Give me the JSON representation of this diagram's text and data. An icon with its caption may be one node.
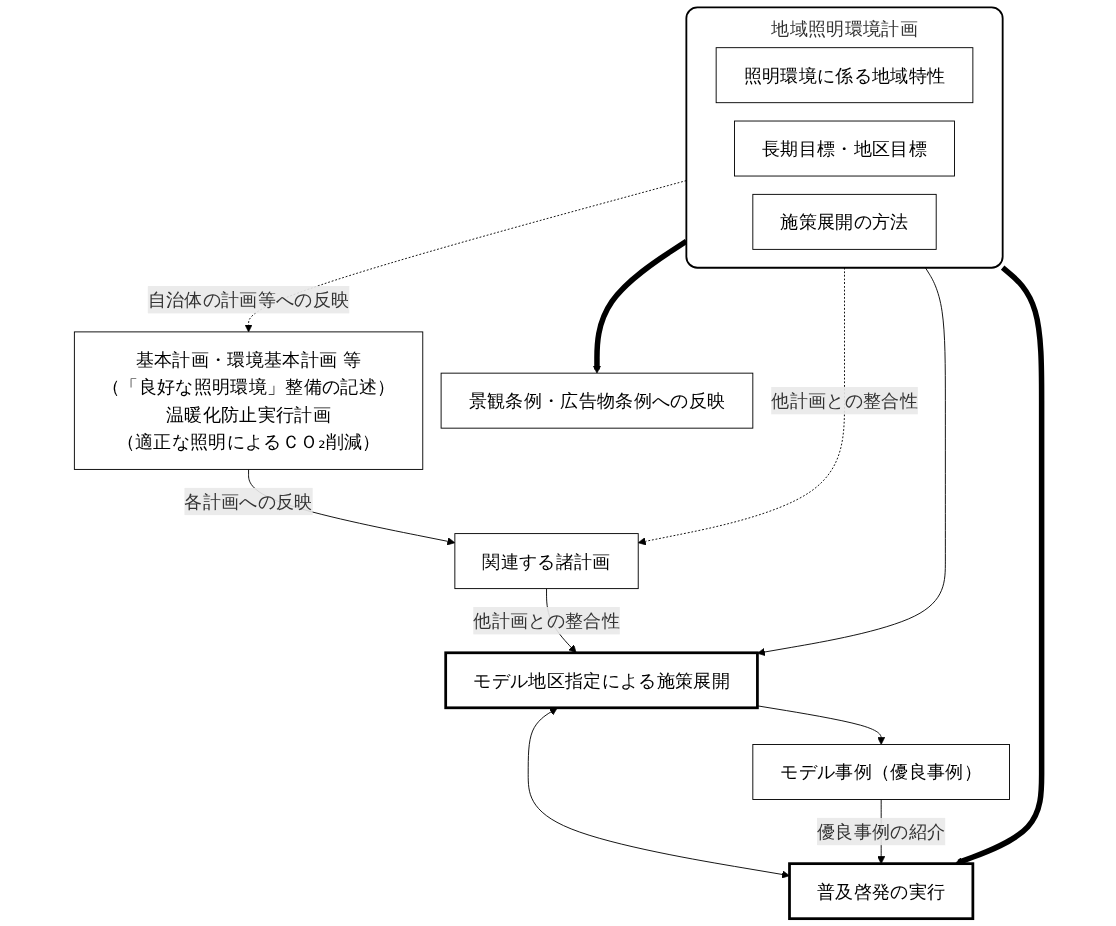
{
  "diagram": {
    "nodes": [
      {
        "text": [
          "地域照明環境計画"
        ]
      },
      {
        "text": [
          "照明環境に係る地域特性"
        ],
        "in": 0
      },
      {
        "text": [
          "長期目標・地区目標"
        ],
        "in": 0
      },
      {
        "text": [
          "施策展開の方法"
        ],
        "in": 0
      },
      {
        "text": [
          "基本計画・環境基本計画 等",
          "（「良好な照明環境」整備の記述）",
          "温暖化防止実行計画",
          "（適正な照明によるＣＯ₂削減）"
        ]
      },
      {
        "text": [
          "関連する諸計画"
        ]
      },
      {
        "text": [
          "モデル地区指定による施策展開"
        ]
      },
      {
        "text": [
          "モデル事例（優良事例）"
        ]
      },
      {
        "text": [
          "普及啓発の実行"
        ]
      },
      {
        "text": [
          "景観条例・広告物条例への反映"
        ]
      }
    ],
    "edges": [
      {
        "from": 0,
        "to": 4,
        "arrow": "to",
        "style": "dashed",
        "label": "自治体の計画等への反映"
      },
      {
        "from": 0,
        "to": 5,
        "arrow": "to",
        "style": "dashed",
        "label": "他計画との整合性"
      },
      {
        "from": 4,
        "to": 5,
        "arrow": "to",
        "label": "各計画への反映"
      },
      {
        "from": 5,
        "to": 6,
        "arrow": "to",
        "label": "他計画との整合性"
      },
      {
        "from": 0,
        "to": 6,
        "arrow": "to"
      },
      {
        "from": 6,
        "to": 7,
        "arrow": "to"
      },
      {
        "from": 6,
        "to": 8,
        "arrow": "both"
      },
      {
        "from": 7,
        "to": 8,
        "arrow": "to",
        "label": "優良事例の紹介"
      },
      {
        "from": 0,
        "to": 8,
        "arrow": "to",
        "style": "thick"
      },
      {
        "from": 0,
        "to": 9,
        "arrow": "to",
        "style": "thick"
      }
    ]
  }
}
